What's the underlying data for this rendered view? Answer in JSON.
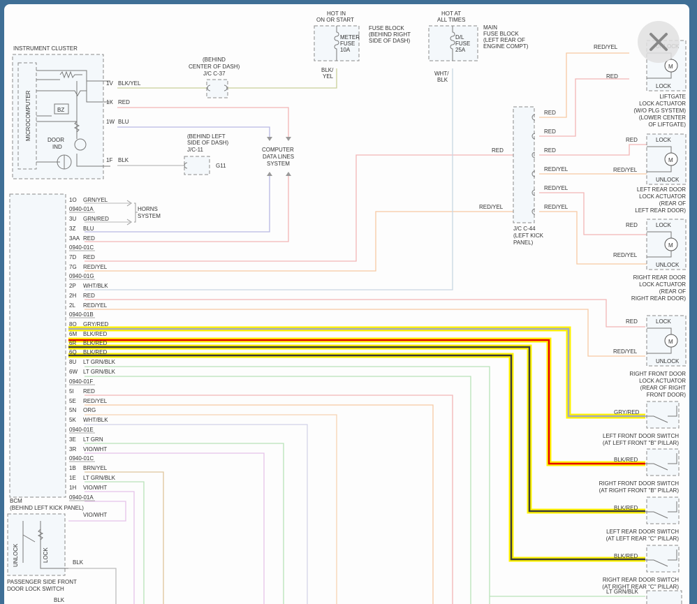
{
  "close_icon": "close-x-icon",
  "colors": {
    "page_bg": "#3f6f96",
    "highlight": "#fff200",
    "wire_gry_red": "#a4aabd",
    "wire_blk_red": "#e30000",
    "wire_blk": "#3a3a3a"
  },
  "labels": {
    "instrument_cluster": "INSTRUMENT CLUSTER",
    "microcomputer": "MICROCOMPUTER",
    "bz": "BZ",
    "door_ind": [
      "DOOR",
      "IND"
    ],
    "jc37": [
      "(BEHIND",
      "CENTER OF DASH)",
      "J/C C-37"
    ],
    "hot_run": [
      "HOT IN",
      "ON OR START"
    ],
    "meter_fuse": [
      "METER",
      "FUSE",
      "10A"
    ],
    "fuse_block": [
      "FUSE BLOCK",
      "(BEHIND RIGHT",
      "SIDE OF DASH)"
    ],
    "blk_yel_stacked": [
      "BLK/",
      "YEL"
    ],
    "hot_always": [
      "HOT AT",
      "ALL TIMES"
    ],
    "dl_fuse": [
      "D/L",
      "FUSE",
      "25A"
    ],
    "main_fuse": [
      "MAIN",
      "FUSE BLOCK",
      "(LEFT REAR OF",
      "ENGINE COMPT)"
    ],
    "wht_blk_stacked": [
      "WHT/",
      "BLK"
    ],
    "jc11": [
      "(BEHIND LEFT",
      "SIDE OF DASH)",
      "J/C-11"
    ],
    "g11": "G11",
    "computer_data": [
      "COMPUTER",
      "DATA LINES",
      "SYSTEM"
    ],
    "horns": [
      "HORNS",
      "SYSTEM"
    ],
    "jc44": [
      "J/C C-44",
      "(LEFT KICK",
      "PANEL)"
    ],
    "bcm": [
      "BCM",
      "(BEHIND LEFT KICK PANEL)"
    ],
    "vio_wht": "VIO/WHT",
    "blk": "BLK",
    "unlock": "UNLOCK",
    "lock": "LOCK",
    "passenger_switch": [
      "PASSENGER SIDE FRONT",
      "DOOR LOCK SWITCH"
    ],
    "motor": "M",
    "lt_grn_blk": "LT GRN/BLK"
  },
  "cluster_pins": [
    {
      "pin": "1V",
      "color": "BLK/YEL"
    },
    {
      "pin": "1X",
      "color": "RED"
    },
    {
      "pin": "1W",
      "color": "BLU"
    },
    {
      "pin": "1F",
      "color": "BLK"
    }
  ],
  "bcm_rows": [
    {
      "pin": "1O",
      "color": "GRN/YEL"
    },
    {
      "connector": "0940-01A"
    },
    {
      "pin": "3U",
      "color": "GRN/RED"
    },
    {
      "pin": "3Z",
      "color": "BLU"
    },
    {
      "pin": "3AA",
      "color": "RED"
    },
    {
      "connector": "0940-01C"
    },
    {
      "pin": "7D",
      "color": "RED"
    },
    {
      "pin": "7G",
      "color": "RED/YEL"
    },
    {
      "connector": "0940-01G"
    },
    {
      "pin": "2P",
      "color": "WHT/BLK"
    },
    {
      "pin": "2H",
      "color": "RED"
    },
    {
      "pin": "2L",
      "color": "RED/YEL"
    },
    {
      "connector": "0940-01B"
    },
    {
      "pin": "8O",
      "color": "GRY/RED"
    },
    {
      "pin": "6M",
      "color": "BLK/RED"
    },
    {
      "pin": "6R",
      "color": "BLK/RED"
    },
    {
      "pin": "6Q",
      "color": "BLK/RED"
    },
    {
      "pin": "8U",
      "color": "LT GRN/BLK"
    },
    {
      "pin": "6W",
      "color": "LT GRN/BLK"
    },
    {
      "connector": "0940-01F"
    },
    {
      "pin": "5I",
      "color": "RED"
    },
    {
      "pin": "5E",
      "color": "RED/YEL"
    },
    {
      "pin": "5N",
      "color": "ORG"
    },
    {
      "pin": "5K",
      "color": "WHT/BLK"
    },
    {
      "connector": "0940-01E"
    },
    {
      "pin": "3E",
      "color": "LT GRN"
    },
    {
      "pin": "3R",
      "color": "VIO/WHT"
    },
    {
      "connector": "0940-01C"
    },
    {
      "pin": "1B",
      "color": "BRN/YEL"
    },
    {
      "pin": "1E",
      "color": "LT GRN/BLK"
    },
    {
      "pin": "1H",
      "color": "VIO/WHT"
    },
    {
      "connector": "0940-01A"
    }
  ],
  "jc44_wires": [
    {
      "left": "",
      "right": "RED"
    },
    {
      "left": "",
      "right": "RED"
    },
    {
      "left": "RED",
      "right": "RED"
    },
    {
      "left": "",
      "right": "RED/YEL"
    },
    {
      "left": "",
      "right": "RED/YEL"
    },
    {
      "left": "RED/YEL",
      "right": "RED/YEL"
    }
  ],
  "actuators": [
    {
      "top_label": "UNLOCK",
      "bottom_label": "LOCK",
      "wire_top": "RED/YEL",
      "wire_bottom": "RED",
      "caption": [
        "LIFTGATE",
        "LOCK ACTUATOR",
        "(W/O PLG SYSTEM)",
        "(LOWER CENTER",
        "OF LIFTGATE)"
      ]
    },
    {
      "top_label": "LOCK",
      "bottom_label": "UNLOCK",
      "wire_top": "RED",
      "wire_bottom": "RED/YEL",
      "caption": [
        "LEFT REAR DOOR",
        "LOCK ACTUATOR",
        "(REAR OF",
        "LEFT REAR DOOR)"
      ]
    },
    {
      "top_label": "LOCK",
      "bottom_label": "UNLOCK",
      "wire_top": "RED",
      "wire_bottom": "RED/YEL",
      "caption": [
        "RIGHT REAR DOOR",
        "LOCK ACTUATOR",
        "(REAR OF",
        "RIGHT REAR DOOR)"
      ]
    },
    {
      "top_label": "LOCK",
      "bottom_label": "UNLOCK",
      "wire_top": "RED",
      "wire_bottom": "RED/YEL",
      "caption": [
        "RIGHT FRONT DOOR",
        "LOCK ACTUATOR",
        "(REAR OF RIGHT",
        "FRONT DOOR)"
      ]
    }
  ],
  "door_switches": [
    {
      "wire": "GRY/RED",
      "caption": [
        "LEFT FRONT DOOR SWITCH",
        "(AT LEFT FRONT \"B\" PILLAR)"
      ]
    },
    {
      "wire": "BLK/RED",
      "caption": [
        "RIGHT FRONT DOOR SWITCH",
        "(AT RIGHT FRONT \"B\" PILLAR)"
      ]
    },
    {
      "wire": "BLK/RED",
      "caption": [
        "LEFT REAR DOOR SWITCH",
        "(AT LEFT REAR \"C\" PILLAR)"
      ]
    },
    {
      "wire": "BLK/RED",
      "caption": [
        "RIGHT REAR DOOR SWITCH",
        "(AT RIGHT REAR \"C\" PILLAR)"
      ]
    }
  ]
}
